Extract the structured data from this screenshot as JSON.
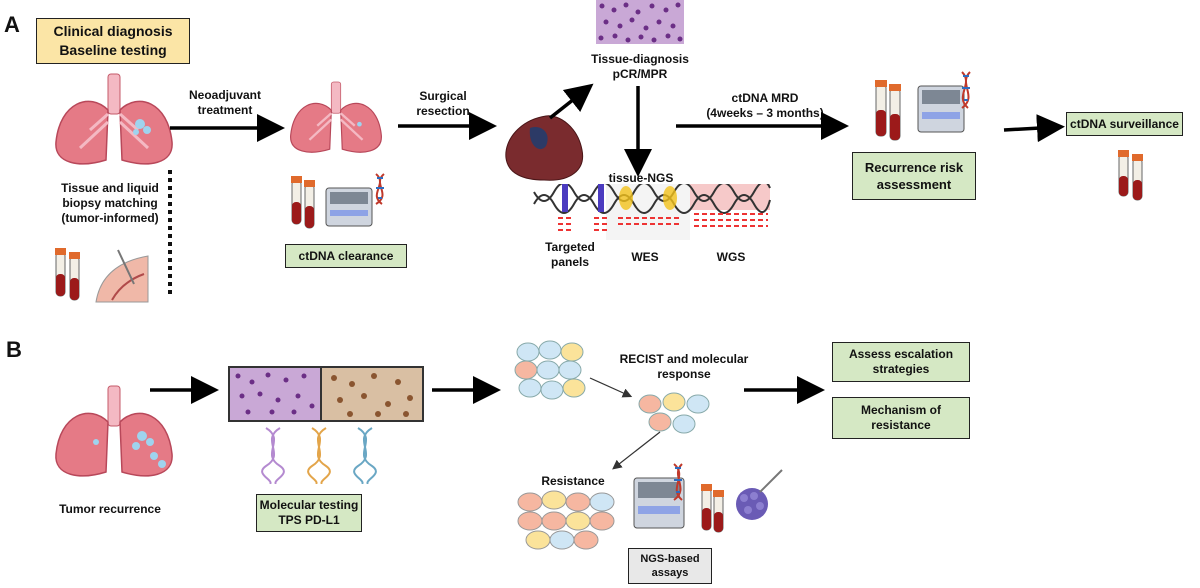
{
  "panels": {
    "a": "A",
    "b": "B"
  },
  "panel_a": {
    "clinical_box": "Clinical diagnosis\nBaseline testing",
    "tissue_liquid_label": "Tissue and liquid\nbiopsy matching\n(tumor-informed)",
    "neoadjuvant_label": "Neoadjuvant\ntreatment",
    "ctdna_clearance_box": "ctDNA clearance",
    "surgical_label": "Surgical\nresection",
    "tissue_diagnosis_label": "Tissue-diagnosis\npCR/MPR",
    "tissue_ngs_label": "tissue-NGS",
    "targeted_label": "Targeted\npanels",
    "wes_label": "WES",
    "wgs_label": "WGS",
    "mrd_label": "ctDNA MRD\n(4weeks – 3 months)",
    "recurrence_box": "Recurrence risk\nassessment",
    "surveillance_box": "ctDNA surveillance"
  },
  "panel_b": {
    "tumor_recurrence_label": "Tumor recurrence",
    "molecular_box": "Molecular testing\nTPS PD-L1",
    "recist_label": "RECIST and molecular\nresponse",
    "resistance_label": "Resistance",
    "ngs_box": "NGS-based\nassays",
    "escalation_box": "Assess escalation\nstrategies",
    "mechanism_box": "Mechanism of\nresistance"
  },
  "colors": {
    "green_box": "#d5e8c4",
    "yellow_box": "#fbe5a6",
    "lung": "#e57a86",
    "tumor": "#9fd3ee",
    "he_stain": "#8a4d9e",
    "ihc_stain": "#a9774c"
  }
}
